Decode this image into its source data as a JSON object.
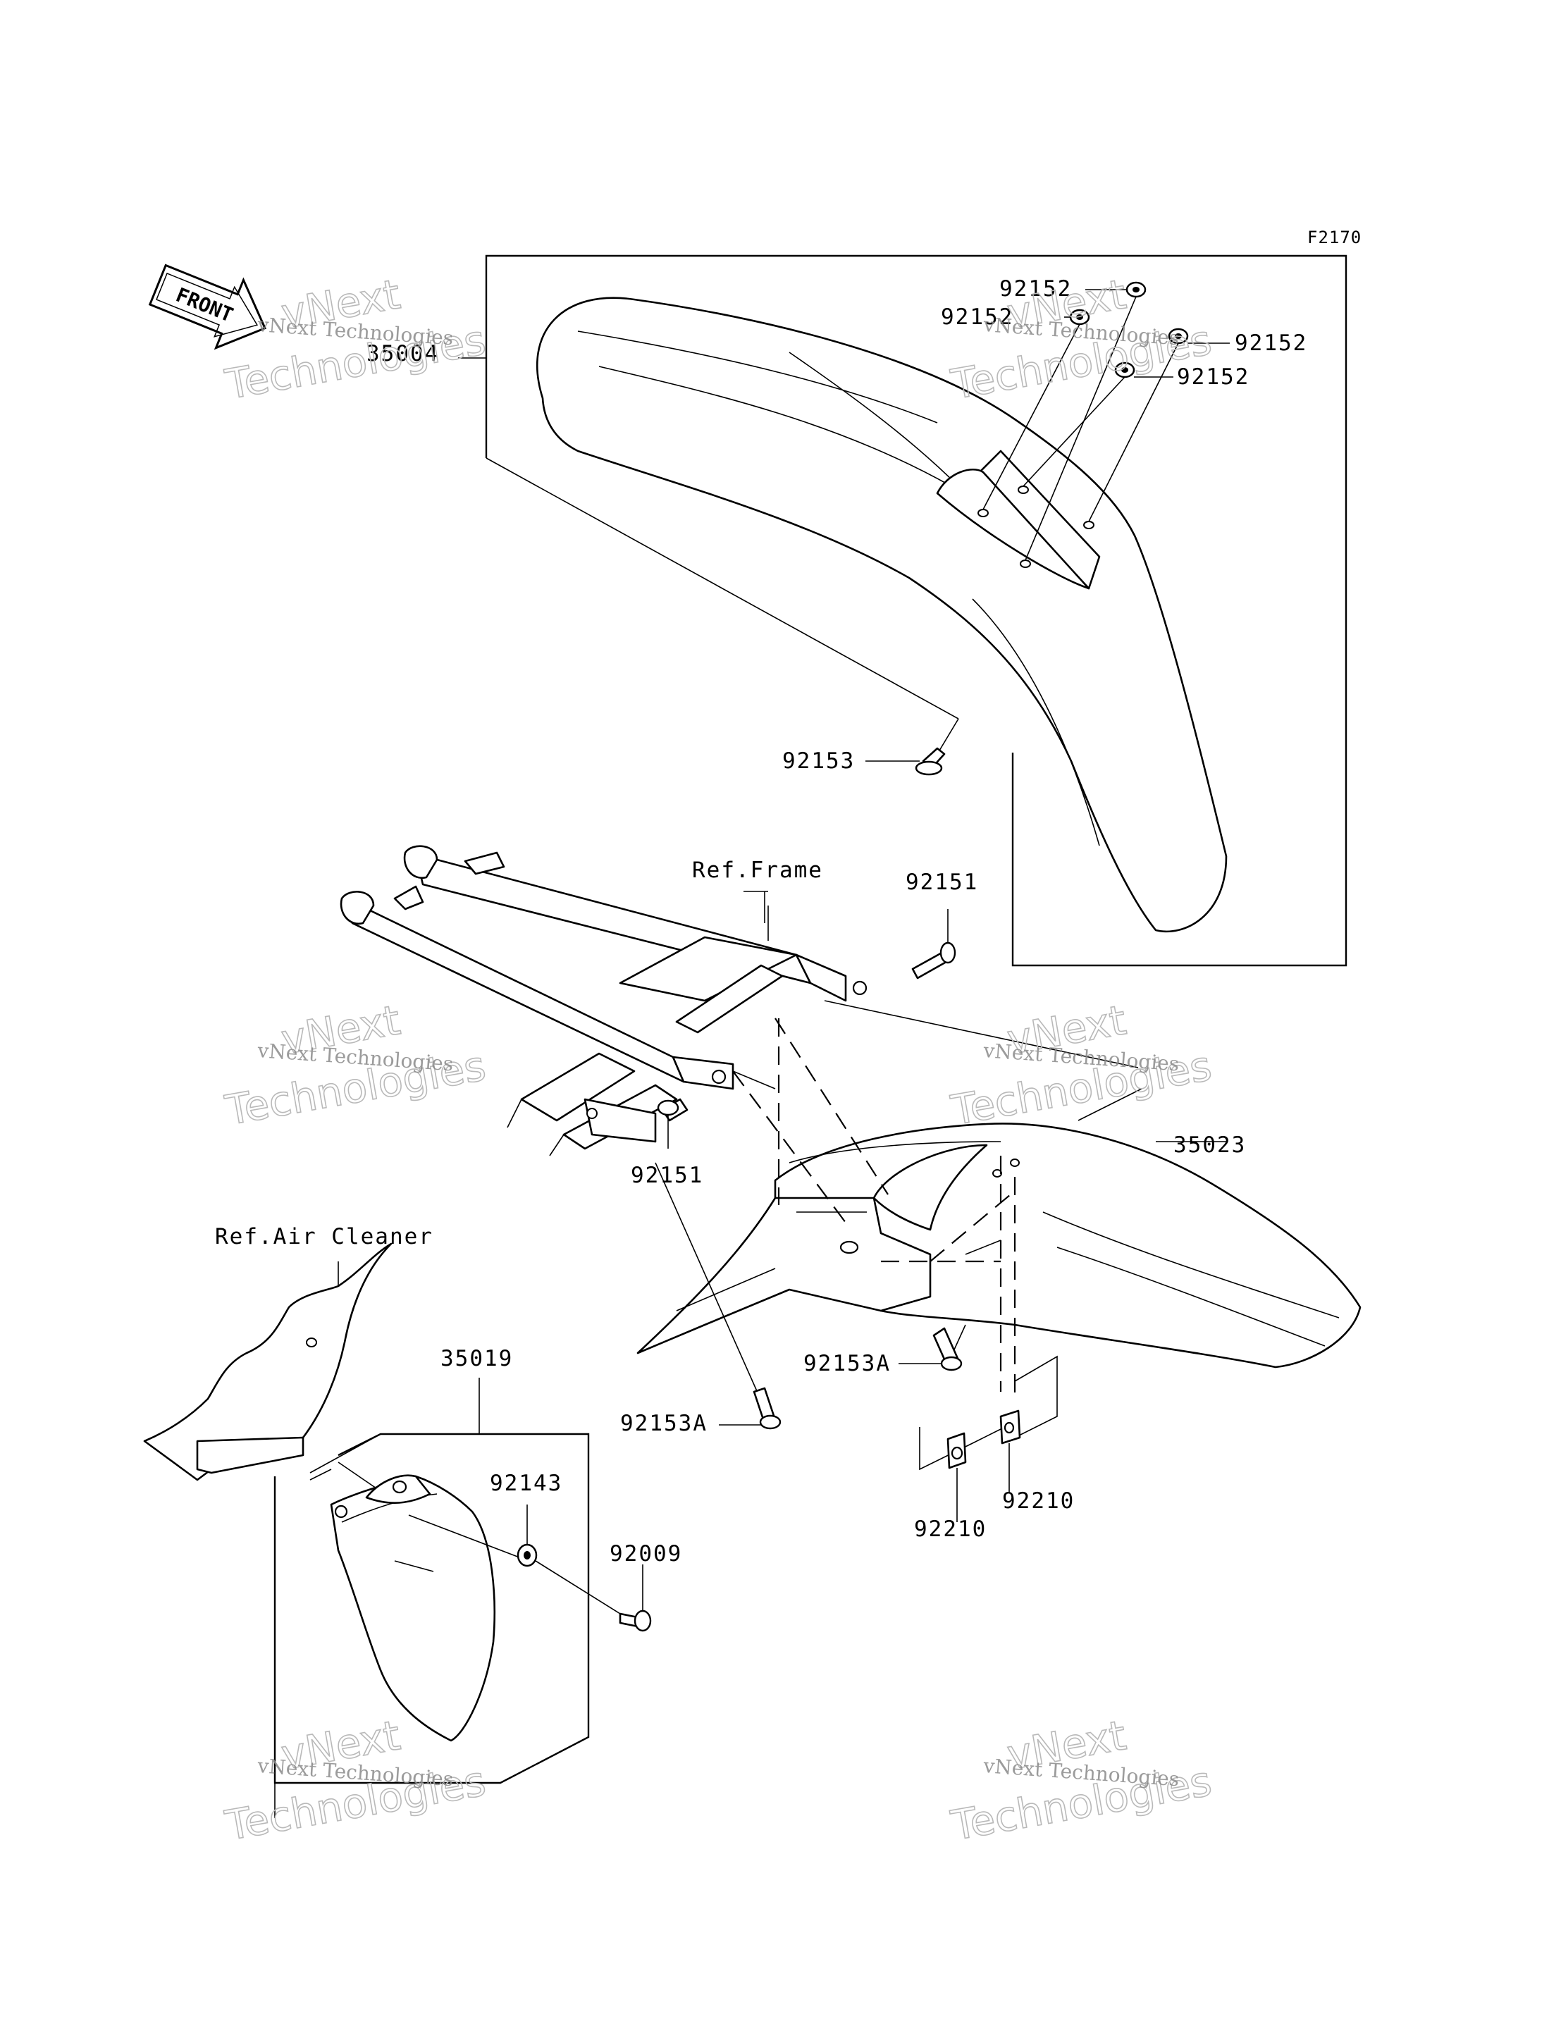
{
  "diagram": {
    "figure_code": "F2170",
    "front_marker": "FRONT",
    "parts": {
      "front_fender": "35004",
      "washer_1": "92152",
      "washer_2": "92152",
      "washer_3": "92152",
      "washer_4": "92152",
      "front_bolt": "92153",
      "frame_ref": "Ref.Frame",
      "bolt_upper": "92151",
      "bolt_lower": "92151",
      "rear_fender": "35023",
      "air_cleaner_ref": "Ref.Air Cleaner",
      "flap": "35019",
      "flap_washer": "92143",
      "flap_screw": "92009",
      "rear_bolt_a_right": "92153A",
      "rear_bolt_a_left": "92153A",
      "nut_right": "92210",
      "nut_left": "92210"
    },
    "watermark": {
      "line_small": "vNext Technologies",
      "word_top": "vNext",
      "word_bottom": "Technologies"
    }
  }
}
